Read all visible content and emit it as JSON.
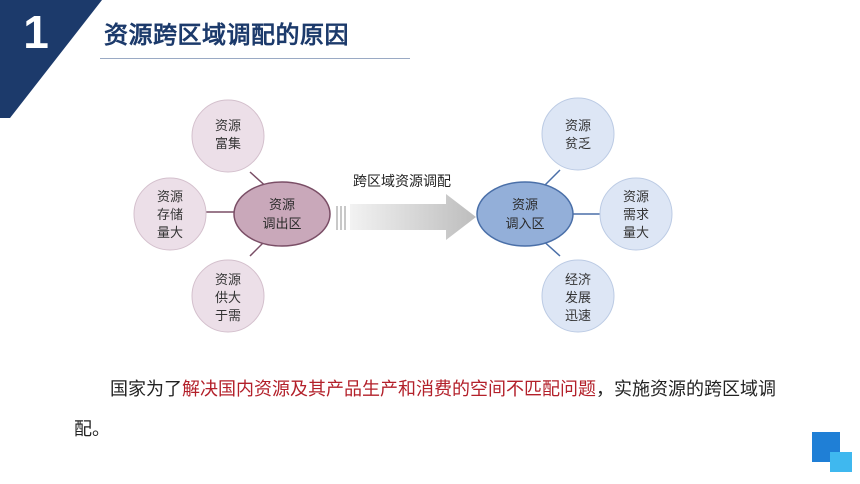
{
  "header": {
    "section_number": "1",
    "title": "资源跨区域调配的原因"
  },
  "diagram": {
    "arrow_label": "跨区域资源调配",
    "left": {
      "center": [
        "资源",
        "调出区"
      ],
      "satellites": [
        [
          "资源",
          "富集"
        ],
        [
          "资源",
          "存储",
          "量大"
        ],
        [
          "资源",
          "供大",
          "于需"
        ]
      ]
    },
    "right": {
      "center": [
        "资源",
        "调入区"
      ],
      "satellites": [
        [
          "资源",
          "贫乏"
        ],
        [
          "资源",
          "需求",
          "量大"
        ],
        [
          "经济",
          "发展",
          "迅速"
        ]
      ]
    }
  },
  "body": {
    "before": "国家为了",
    "highlight": "解决国内资源及其产品生产和消费的空间不匹配问题",
    "after": "，实施资源的跨区域调配。"
  },
  "colors": {
    "header_navy": "#1c3a6b",
    "left_center_fill": "#c9a8ba",
    "left_satellite_fill": "#ecdfe8",
    "right_center_fill": "#93afd9",
    "right_satellite_fill": "#dde6f5",
    "highlight_red": "#b3202a",
    "logo_blue": "#1f7fd6",
    "logo_cyan": "#3fb8ef"
  }
}
